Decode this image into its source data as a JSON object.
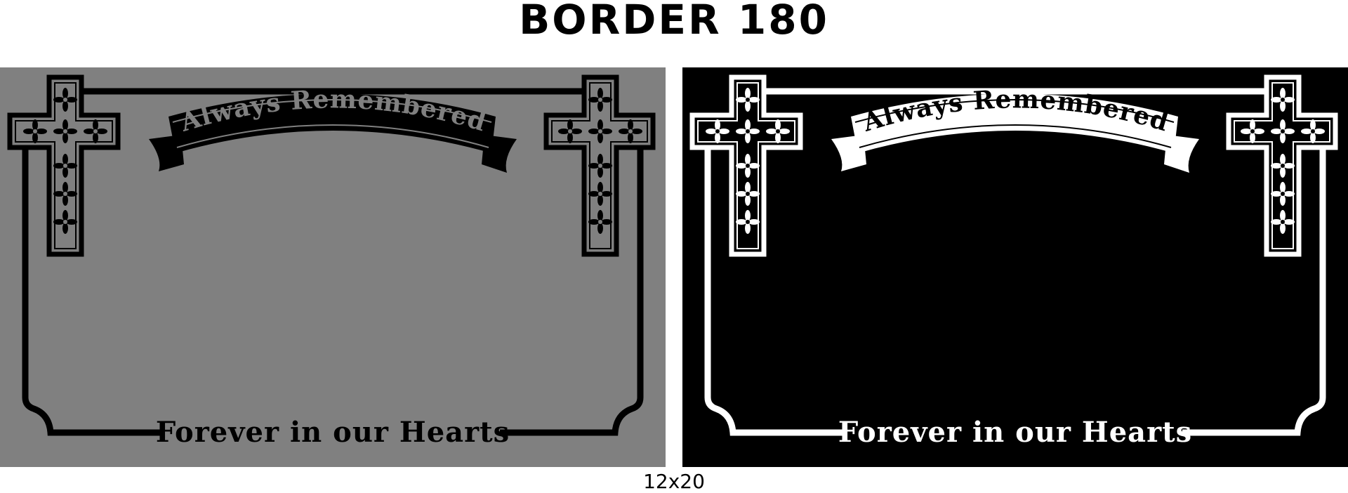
{
  "header": {
    "title": "BORDER 180"
  },
  "plaque": {
    "top_text": "Always Remembered",
    "bottom_text": "Forever in our Hearts"
  },
  "variants": [
    {
      "name": "gray",
      "background": "#808080",
      "border": "#000000",
      "banner_fill": "#000000",
      "banner_text": "#808080",
      "bottom_text_color": "#000000"
    },
    {
      "name": "black",
      "background": "#000000",
      "border": "#ffffff",
      "banner_fill": "#ffffff",
      "banner_text": "#000000",
      "bottom_text_color": "#ffffff"
    }
  ],
  "footer": {
    "size": "12x20"
  }
}
